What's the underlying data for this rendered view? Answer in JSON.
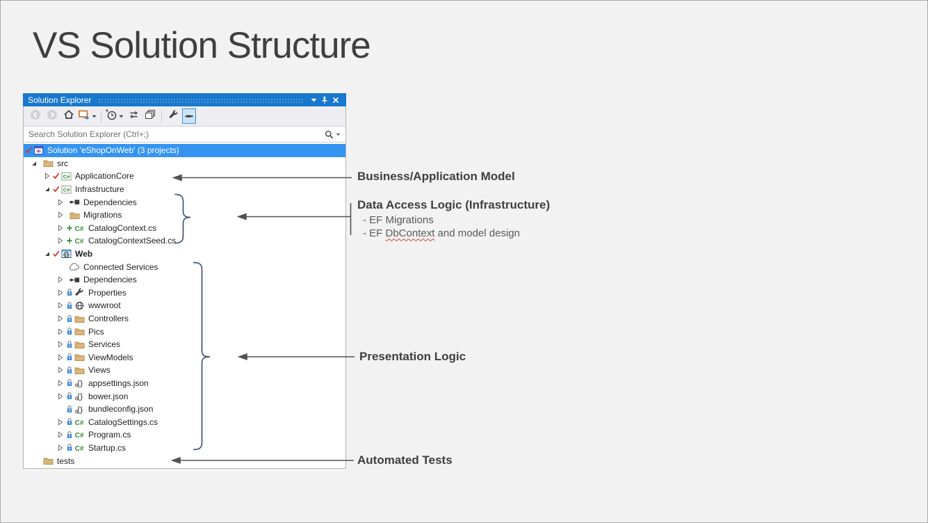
{
  "page": {
    "title": "VS Solution Structure"
  },
  "colors": {
    "titlebar_blue": "#1878CE",
    "selection_blue": "#3494F0",
    "toolbar_gray": "#eeeef2",
    "brace_navy": "#3E5377",
    "arrow_gray": "#515254",
    "folder_tan": "#DCB67A",
    "csharp_green": "#388A34",
    "check_red": "#CC3A32",
    "lock_blue": "#3C8AD9"
  },
  "solution_explorer": {
    "title": "Solution Explorer",
    "titlebar_icons": [
      "window-menu-icon",
      "pin-icon",
      "close-icon"
    ],
    "toolbar": [
      {
        "icon": "back-icon",
        "disabled": true
      },
      {
        "icon": "forward-icon",
        "disabled": true
      },
      {
        "icon": "home-icon"
      },
      {
        "icon": "sync-with-active-document-icon",
        "caret": true
      },
      {
        "separator": true
      },
      {
        "icon": "pending-changes-filter-icon",
        "caret": true
      },
      {
        "icon": "refresh-icon"
      },
      {
        "icon": "collapse-all-icon"
      },
      {
        "separator": true
      },
      {
        "icon": "properties-icon"
      },
      {
        "icon": "preview-selected-items-icon",
        "selected": true
      }
    ],
    "search": {
      "placeholder": "Search Solution Explorer (Ctrl+;)",
      "icons": [
        "search-icon",
        "search-caret-icon"
      ]
    },
    "tree": [
      {
        "label": "Solution 'eShopOnWeb' (3 projects)",
        "level": 0,
        "expander": "none",
        "overlay": "red-check",
        "icon": "solution",
        "selected": true
      },
      {
        "label": "src",
        "level": 1,
        "expander": "expanded",
        "overlay": null,
        "icon": "folder"
      },
      {
        "label": "ApplicationCore",
        "level": 2,
        "expander": "collapsed",
        "overlay": "red-check",
        "icon": "csproj"
      },
      {
        "label": "Infrastructure",
        "level": 2,
        "expander": "expanded",
        "overlay": "red-check",
        "icon": "csproj"
      },
      {
        "label": "Dependencies",
        "level": 3,
        "expander": "collapsed",
        "overlay": null,
        "icon": "dependencies"
      },
      {
        "label": "Migrations",
        "level": 3,
        "expander": "collapsed",
        "overlay": null,
        "icon": "folder"
      },
      {
        "label": "CatalogContext.cs",
        "level": 3,
        "expander": "collapsed",
        "overlay": "plus",
        "icon": "csfile"
      },
      {
        "label": "CatalogContextSeed.cs",
        "level": 3,
        "expander": "collapsed",
        "overlay": "plus",
        "icon": "csfile"
      },
      {
        "label": "Web",
        "level": 2,
        "expander": "expanded",
        "overlay": "red-check",
        "icon": "webproj",
        "bold": true
      },
      {
        "label": "Connected Services",
        "level": 3,
        "expander": "none",
        "overlay": null,
        "icon": "cloud"
      },
      {
        "label": "Dependencies",
        "level": 3,
        "expander": "collapsed",
        "overlay": null,
        "icon": "dependencies"
      },
      {
        "label": "Properties",
        "level": 3,
        "expander": "collapsed",
        "overlay": "lock",
        "icon": "wrench"
      },
      {
        "label": "wwwroot",
        "level": 3,
        "expander": "collapsed",
        "overlay": "lock",
        "icon": "globe"
      },
      {
        "label": "Controllers",
        "level": 3,
        "expander": "collapsed",
        "overlay": "lock",
        "icon": "folder"
      },
      {
        "label": "Pics",
        "level": 3,
        "expander": "collapsed",
        "overlay": "lock",
        "icon": "folder"
      },
      {
        "label": "Services",
        "level": 3,
        "expander": "collapsed",
        "overlay": "lock",
        "icon": "folder"
      },
      {
        "label": "ViewModels",
        "level": 3,
        "expander": "collapsed",
        "overlay": "lock",
        "icon": "folder"
      },
      {
        "label": "Views",
        "level": 3,
        "expander": "collapsed",
        "overlay": "lock",
        "icon": "folder"
      },
      {
        "label": "appsettings.json",
        "level": 3,
        "expander": "collapsed",
        "overlay": "lock",
        "icon": "json"
      },
      {
        "label": "bower.json",
        "level": 3,
        "expander": "collapsed",
        "overlay": "lock",
        "icon": "json"
      },
      {
        "label": "bundleconfig.json",
        "level": 3,
        "expander": "none",
        "overlay": "lock",
        "icon": "json"
      },
      {
        "label": "CatalogSettings.cs",
        "level": 3,
        "expander": "collapsed",
        "overlay": "lock",
        "icon": "csfile"
      },
      {
        "label": "Program.cs",
        "level": 3,
        "expander": "collapsed",
        "overlay": "lock",
        "icon": "csfile"
      },
      {
        "label": "Startup.cs",
        "level": 3,
        "expander": "collapsed",
        "overlay": "lock",
        "icon": "csfile"
      },
      {
        "label": "tests",
        "level": 1,
        "expander": "none",
        "overlay": null,
        "icon": "folder"
      }
    ]
  },
  "annotations": [
    {
      "title": "Business/Application Model"
    },
    {
      "title": "Data Access Logic (Infrastructure)",
      "item1": "- EF Migrations",
      "item2_prefix": "- EF ",
      "item2_word": "DbContext",
      "item2_suffix": " and model design"
    },
    {
      "title": "Presentation Logic"
    },
    {
      "title": "Automated Tests"
    }
  ]
}
